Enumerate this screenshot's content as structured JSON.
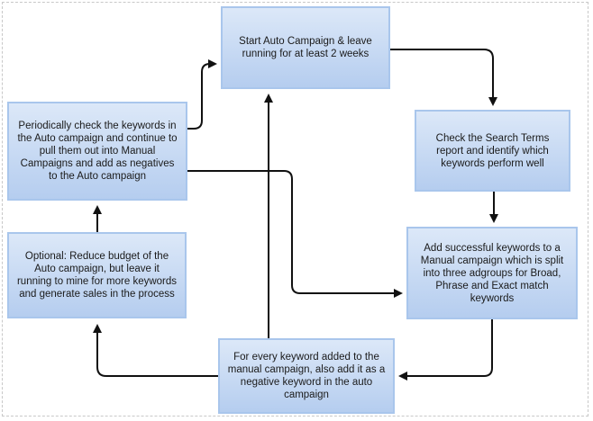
{
  "steps": {
    "start_auto": "Start Auto Campaign & leave running for at least 2 weeks",
    "check_search_terms": "Check the Search Terms report and identify which keywords perform well",
    "add_successful": "Add successful keywords to a Manual campaign which is split into three adgroups for Broad, Phrase and Exact match keywords",
    "every_keyword": "For every keyword added to the manual campaign, also add it as a negative keyword in the auto campaign",
    "optional_reduce": "Optional: Reduce budget of the Auto campaign, but leave it running to mine for more keywords and generate sales in the process",
    "periodically_check": "Periodically check the keywords in the Auto campaign and continue to pull them out into Manual Campaigns and add as negatives to the Auto campaign"
  },
  "colors": {
    "box_fill_top": "#dce8f8",
    "box_fill_bottom": "#b5cdef",
    "box_border": "#a9c6ec",
    "arrow": "#111111"
  }
}
